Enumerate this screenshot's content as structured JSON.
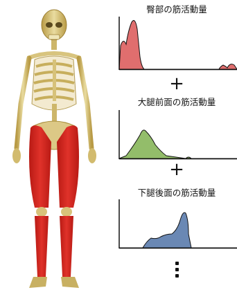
{
  "panels": [
    {
      "title": "臀部の筋活動量",
      "color": "#e06e6e"
    },
    {
      "title": "大腿前面の筋活動量",
      "color": "#93bd6a"
    },
    {
      "title": "下腿後面の筋活動量",
      "color": "#6a88b4"
    }
  ],
  "operators": {
    "plus": "+"
  },
  "icons": {
    "skeleton": "skeleton-figure-icon",
    "more": "vertical-ellipsis-icon"
  }
}
